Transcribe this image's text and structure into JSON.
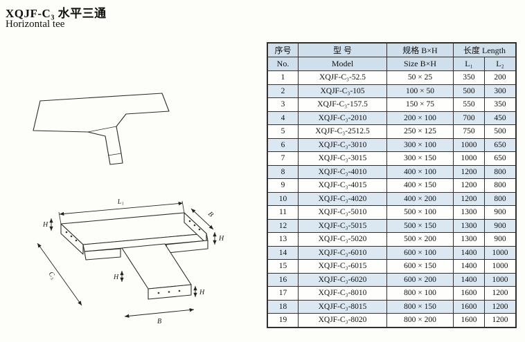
{
  "page": {
    "title": "XQJF-C₃ 水平三通",
    "subtitle": "Horizontal tee"
  },
  "diagram": {
    "labels": {
      "l1": "L₁",
      "c3": "C₃",
      "b": "B",
      "h": "H"
    }
  },
  "table": {
    "header": {
      "no_cn": "序号",
      "no_en": "No.",
      "model_cn": "型  号",
      "model_en": "Model",
      "size_cn": "规格 B×H",
      "size_en": "Size B×H",
      "length_cn": "长度 Length",
      "l1": "L₁",
      "l2": "L₂"
    },
    "rows": [
      {
        "no": "1",
        "model": "XQJF-C₃-52.5",
        "size": "50 × 25",
        "l1": "350",
        "l2": "200"
      },
      {
        "no": "2",
        "model": "XQJF-C₃-105",
        "size": "100 × 50",
        "l1": "500",
        "l2": "300"
      },
      {
        "no": "3",
        "model": "XQJF-C₃-157.5",
        "size": "150 × 75",
        "l1": "550",
        "l2": "350"
      },
      {
        "no": "4",
        "model": "XQJF-C₃-2010",
        "size": "200 × 100",
        "l1": "700",
        "l2": "450"
      },
      {
        "no": "5",
        "model": "XQJF-C₃-2512.5",
        "size": "250 × 125",
        "l1": "750",
        "l2": "500"
      },
      {
        "no": "6",
        "model": "XQJF-C₃-3010",
        "size": "300 × 100",
        "l1": "1000",
        "l2": "650"
      },
      {
        "no": "7",
        "model": "XQJF-C₃-3015",
        "size": "300 × 150",
        "l1": "1000",
        "l2": "650"
      },
      {
        "no": "8",
        "model": "XQJF-C₃-4010",
        "size": "400 × 100",
        "l1": "1200",
        "l2": "800"
      },
      {
        "no": "9",
        "model": "XQJF-C₃-4015",
        "size": "400 × 150",
        "l1": "1200",
        "l2": "800"
      },
      {
        "no": "10",
        "model": "XQJF-C₃-4020",
        "size": "400 × 200",
        "l1": "1200",
        "l2": "800"
      },
      {
        "no": "11",
        "model": "XQJF-C₃-5010",
        "size": "500 × 100",
        "l1": "1300",
        "l2": "900"
      },
      {
        "no": "12",
        "model": "XQJF-C₃-5015",
        "size": "500 × 150",
        "l1": "1300",
        "l2": "900"
      },
      {
        "no": "13",
        "model": "XQJF-C₃-5020",
        "size": "500 × 200",
        "l1": "1300",
        "l2": "900"
      },
      {
        "no": "14",
        "model": "XQJF-C₃-6010",
        "size": "600 × 100",
        "l1": "1400",
        "l2": "1000"
      },
      {
        "no": "15",
        "model": "XQJF-C₃-6015",
        "size": "600 × 150",
        "l1": "1400",
        "l2": "1000"
      },
      {
        "no": "16",
        "model": "XQJF-C₃-6020",
        "size": "600 × 200",
        "l1": "1400",
        "l2": "1000"
      },
      {
        "no": "17",
        "model": "XQJF-C₃-8010",
        "size": "800 × 100",
        "l1": "1600",
        "l2": "1200"
      },
      {
        "no": "18",
        "model": "XQJF-C₃-8015",
        "size": "800 × 150",
        "l1": "1600",
        "l2": "1200"
      },
      {
        "no": "19",
        "model": "XQJF-C₃-8020",
        "size": "800 × 200",
        "l1": "1600",
        "l2": "1200"
      }
    ]
  },
  "colors": {
    "header_bg": "#cfdfeb",
    "alt_row_bg": "#dce8f1"
  }
}
